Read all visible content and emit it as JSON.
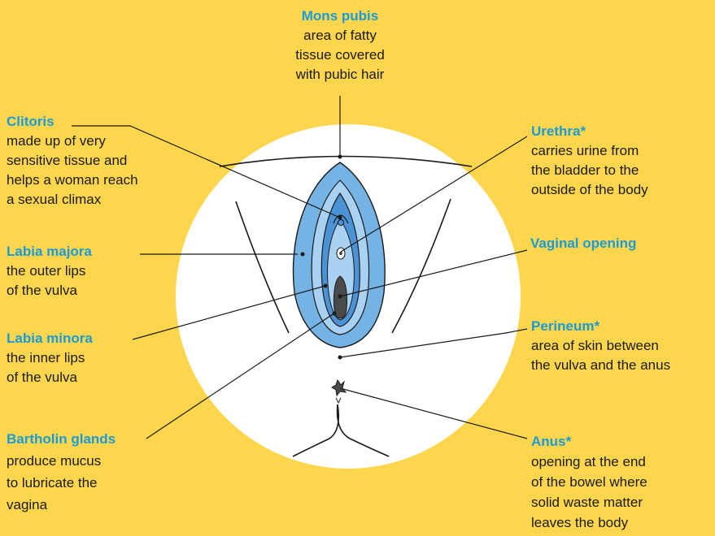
{
  "colors": {
    "background": "#FDD64E",
    "title_blue": "#1A9BD6",
    "circle": "#FFFFFF",
    "outline": "#1a1a1a",
    "vulva_outer": "#74B3E4",
    "vulva_mid": "#A9D2F2",
    "vulva_inner": "#4B93D6",
    "opening": "#4A4A4A"
  },
  "labels": {
    "mons_pubis": {
      "title": "Mons pubis",
      "lines": [
        "area of fatty",
        "tissue covered",
        "with pubic hair"
      ]
    },
    "clitoris": {
      "title": "Clitoris",
      "lines": [
        "made up of very",
        "sensitive tissue and",
        "helps a woman reach",
        "a sexual climax"
      ]
    },
    "labia_majora": {
      "title": "Labia majora",
      "lines": [
        "the outer lips",
        "of the vulva"
      ]
    },
    "labia_minora": {
      "title": "Labia minora",
      "lines": [
        "the inner lips",
        "of the vulva"
      ]
    },
    "bartholin_glands": {
      "title": "Bartholin glands",
      "lines": [
        "produce mucus",
        "to lubricate the",
        "vagina"
      ]
    },
    "urethra": {
      "title": "Urethra*",
      "lines": [
        "carries urine from",
        "the bladder to the",
        "outside of the body"
      ]
    },
    "vaginal_opening": {
      "title": "Vaginal opening",
      "lines": []
    },
    "perineum": {
      "title": "Perineum*",
      "lines": [
        "area of skin between",
        "the vulva and the anus"
      ]
    },
    "anus": {
      "title": "Anus*",
      "lines": [
        "opening at the end",
        "of the bowel where",
        "solid waste matter",
        "leaves the body"
      ]
    }
  }
}
